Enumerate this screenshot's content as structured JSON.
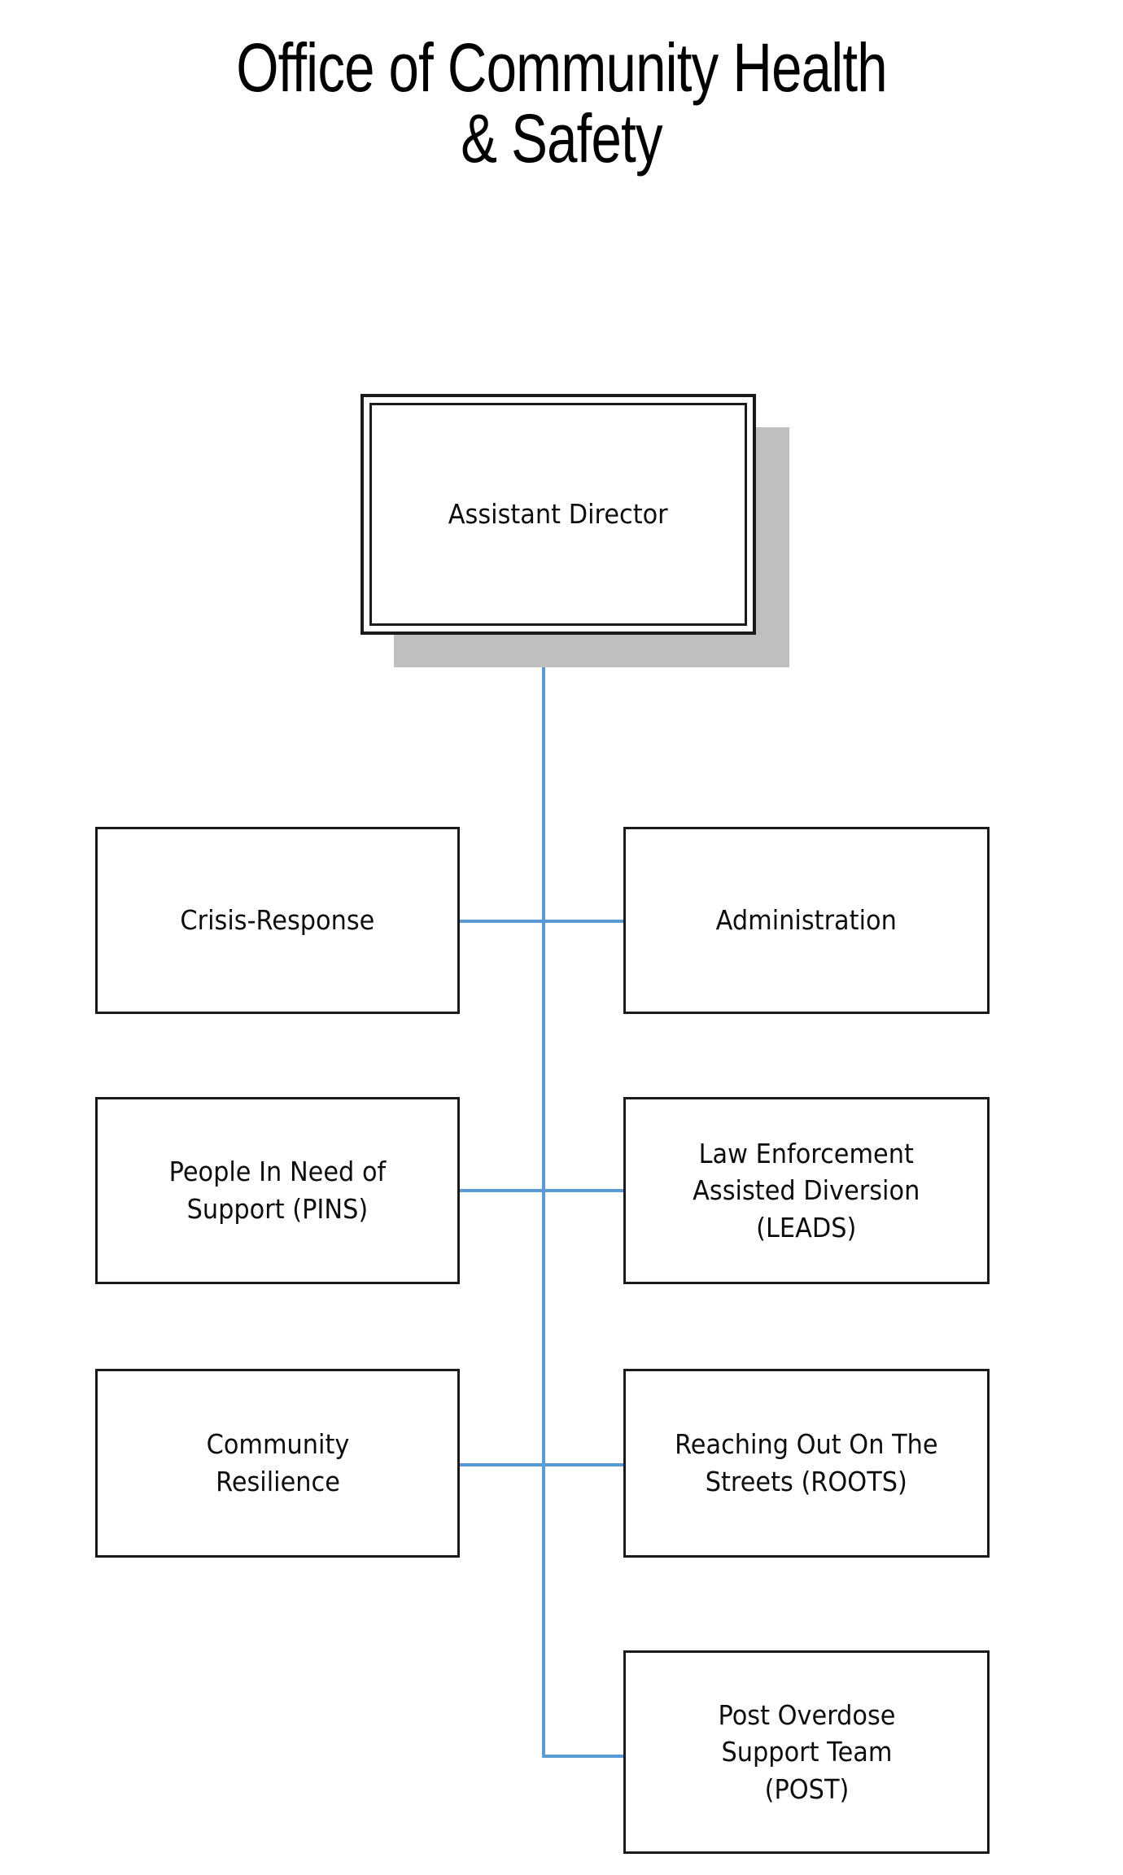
{
  "title": "Office of Community Health\n& Safety",
  "colors": {
    "connector": "#5b9bd5",
    "box_border": "#1a1a1a",
    "shadow": "#bfbfbf",
    "text": "#0d0d0d",
    "background": "#ffffff"
  },
  "chart_data": {
    "type": "diagram",
    "diagram_type": "organizational-chart",
    "title": "Office of Community Health & Safety",
    "root": "Assistant Director",
    "nodes": [
      {
        "id": "assistant-director",
        "label": "Assistant Director",
        "level": 0,
        "column": "center"
      },
      {
        "id": "crisis-response",
        "label": "Crisis-Response",
        "level": 1,
        "column": "left"
      },
      {
        "id": "administration",
        "label": "Administration",
        "level": 1,
        "column": "right"
      },
      {
        "id": "pins",
        "label": "People In Need of\nSupport (PINS)",
        "level": 1,
        "column": "left"
      },
      {
        "id": "leads",
        "label": "Law Enforcement\nAssisted Diversion\n(LEADS)",
        "level": 1,
        "column": "right"
      },
      {
        "id": "community-resilience",
        "label": "Community\nResilience",
        "level": 1,
        "column": "left"
      },
      {
        "id": "roots",
        "label": "Reaching Out On The\nStreets (ROOTS)",
        "level": 1,
        "column": "right"
      },
      {
        "id": "post",
        "label": "Post Overdose\nSupport Team\n(POST)",
        "level": 1,
        "column": "right"
      }
    ],
    "edges": [
      {
        "from": "assistant-director",
        "to": "crisis-response"
      },
      {
        "from": "assistant-director",
        "to": "administration"
      },
      {
        "from": "assistant-director",
        "to": "pins"
      },
      {
        "from": "assistant-director",
        "to": "leads"
      },
      {
        "from": "assistant-director",
        "to": "community-resilience"
      },
      {
        "from": "assistant-director",
        "to": "roots"
      },
      {
        "from": "assistant-director",
        "to": "post"
      }
    ]
  },
  "boxes": {
    "root": "Assistant Director",
    "crisis_response": "Crisis-Response",
    "administration": "Administration",
    "pins": "People In Need of\nSupport (PINS)",
    "leads": "Law Enforcement\nAssisted Diversion\n(LEADS)",
    "community_resilience": "Community\nResilience",
    "roots": "Reaching Out On The\nStreets (ROOTS)",
    "post": "Post Overdose\nSupport Team\n(POST)"
  }
}
